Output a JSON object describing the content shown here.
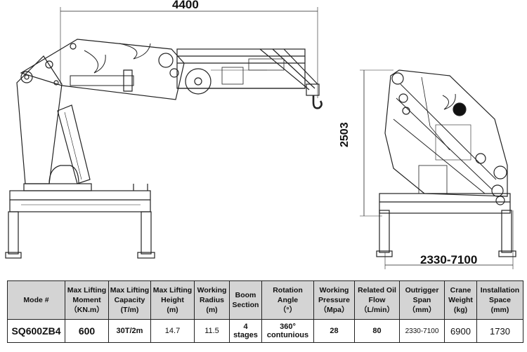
{
  "drawing": {
    "dimensions": {
      "overall_width": "4400",
      "overall_height": "2503",
      "outrigger_span": "2330-7100"
    }
  },
  "spec_table": {
    "headers": [
      [
        "Mode #"
      ],
      [
        "Max Lifting",
        "Moment",
        "（KN.m）"
      ],
      [
        "Max Lifting",
        "Capacity",
        "(T/m)"
      ],
      [
        "Max Lifting",
        "Height",
        "(m)"
      ],
      [
        "Working",
        "Radius",
        "(m)"
      ],
      [
        "Boom",
        "Section"
      ],
      [
        "Rotation",
        "Angle",
        "（°）"
      ],
      [
        "Working",
        "Pressure",
        "（Mpa）"
      ],
      [
        "Related Oil",
        "Flow",
        "（L/min）"
      ],
      [
        "Outrigger",
        "Span",
        "（mm）"
      ],
      [
        "Crane",
        "Weight",
        "(kg)"
      ],
      [
        "Installation",
        "Space",
        "(mm)"
      ]
    ],
    "row": {
      "model": "SQ600ZB4",
      "max_moment": "600",
      "max_capacity": "30T/2m",
      "max_height": "14.7",
      "working_radius": "11.5",
      "boom_section": "4 stages",
      "rotation_angle_1": "360°",
      "rotation_angle_2": "contunious",
      "working_pressure": "28",
      "oil_flow": "80",
      "outrigger_span": "2330-7100",
      "crane_weight": "6900",
      "installation_space": "1730"
    }
  }
}
